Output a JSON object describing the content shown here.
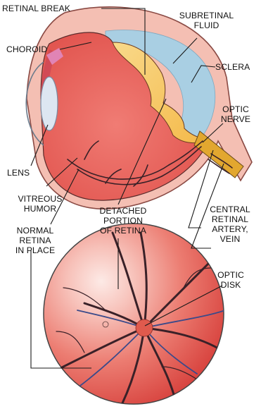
{
  "labels": {
    "retinal_break": "RETINAL BREAK",
    "subretinal_fluid": "SUBRETINAL\nFLUID",
    "choroid": "CHOROID",
    "sclera": "SCLERA",
    "optic_nerve": "OPTIC\nNERVE",
    "lens": "LENS",
    "vitreous_humor": "VITREOUS\nHUMOR",
    "detached_portion": "DETACHED\nPORTION\nOF RETINA",
    "central_retinal": "CENTRAL\nRETINAL\nARTERY,\nVEIN",
    "normal_retina": "NORMAL\nRETINA\nIN PLACE",
    "optic_disk": "OPTIC\nDISK"
  },
  "colors": {
    "retina_red": "#e8615b",
    "vitreous_fill": "#ea6a63",
    "sclera_pink": "#f4bfb3",
    "fluid_blue": "#a9cfe3",
    "detached_yellow": "#f6c85b",
    "nerve_gold": "#e2a72f",
    "vessel_dark": "#3a2128",
    "leader_black": "#1a1a1a",
    "lens_blue": "#dde6f1"
  }
}
